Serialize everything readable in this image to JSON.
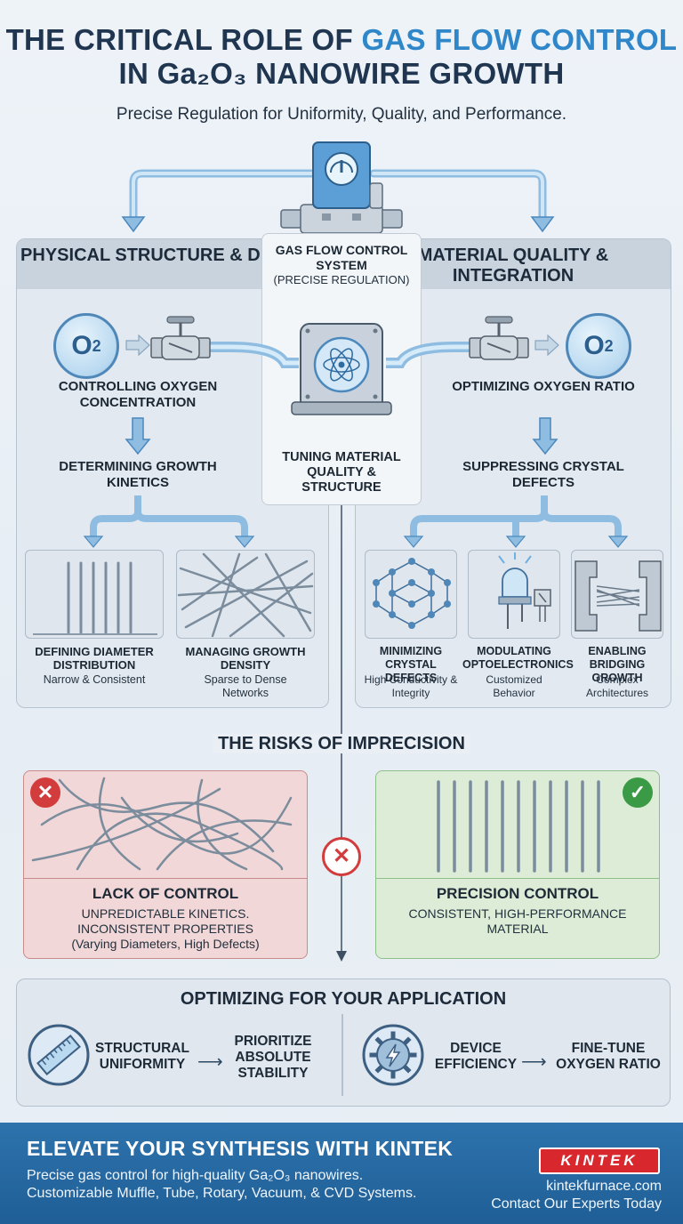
{
  "header": {
    "title_line1_a": "THE CRITICAL ROLE OF",
    "title_line1_b": "GAS FLOW CONTROL",
    "title_line2": "IN Ga₂O₃ NANOWIRE GROWTH",
    "subtitle": "Precise Regulation for Uniformity, Quality, and Performance."
  },
  "center": {
    "system_title": "GAS FLOW CONTROL SYSTEM",
    "system_sub": "(PRECISE REGULATION)",
    "tuning": "TUNING MATERIAL QUALITY & STRUCTURE"
  },
  "left_panel": {
    "title": "PHYSICAL STRUCTURE & DENSITY",
    "o2_label": "O2",
    "step1": "CONTROLLING OXYGEN CONCENTRATION",
    "step2": "DETERMINING GROWTH KINETICS",
    "items": [
      {
        "title": "DEFINING DIAMETER DISTRIBUTION",
        "desc": "Narrow & Consistent"
      },
      {
        "title": "MANAGING GROWTH DENSITY",
        "desc": "Sparse to Dense Networks"
      }
    ]
  },
  "right_panel": {
    "title": "MATERIAL QUALITY & INTEGRATION",
    "o2_label": "O2",
    "step1": "OPTIMIZING OXYGEN RATIO",
    "step2": "SUPPRESSING CRYSTAL DEFECTS",
    "items": [
      {
        "title": "MINIMIZING CRYSTAL DEFECTS",
        "desc": "High Conductivity & Integrity"
      },
      {
        "title": "MODULATING OPTOELECTRONICS",
        "desc": "Customized Behavior"
      },
      {
        "title": "ENABLING BRIDGING GROWTH",
        "desc": "Complex Architectures"
      }
    ]
  },
  "risks": {
    "title": "THE RISKS OF IMPRECISION",
    "bad_title": "LACK OF CONTROL",
    "bad_text_1": "UNPREDICTABLE KINETICS.",
    "bad_text_2": "INCONSISTENT PROPERTIES",
    "bad_text_3": "(Varying Diameters, High Defects)",
    "good_title": "PRECISION CONTROL",
    "good_text": "CONSISTENT, HIGH-PERFORMANCE MATERIAL"
  },
  "optimize": {
    "title": "OPTIMIZING FOR YOUR APPLICATION",
    "left_a": "STRUCTURAL UNIFORMITY",
    "left_b": "PRIORITIZE ABSOLUTE STABILITY",
    "right_a": "DEVICE EFFICIENCY",
    "right_b": "FINE-TUNE OXYGEN RATIO"
  },
  "footer": {
    "title": "ELEVATE YOUR SYNTHESIS WITH KINTEK",
    "line1": "Precise gas control for high-quality Ga₂O₃ nanowires.",
    "line2": "Customizable Muffle, Tube, Rotary, Vacuum, & CVD Systems.",
    "logo": "KINTEK",
    "website": "kintekfurnace.com",
    "cta": "Contact Our Experts Today"
  },
  "colors": {
    "navy": "#1f3550",
    "accent_blue": "#2f86c8",
    "bad_red": "#d23c3c",
    "good_green": "#3a9a45",
    "footer_blue": "#2467a1"
  }
}
